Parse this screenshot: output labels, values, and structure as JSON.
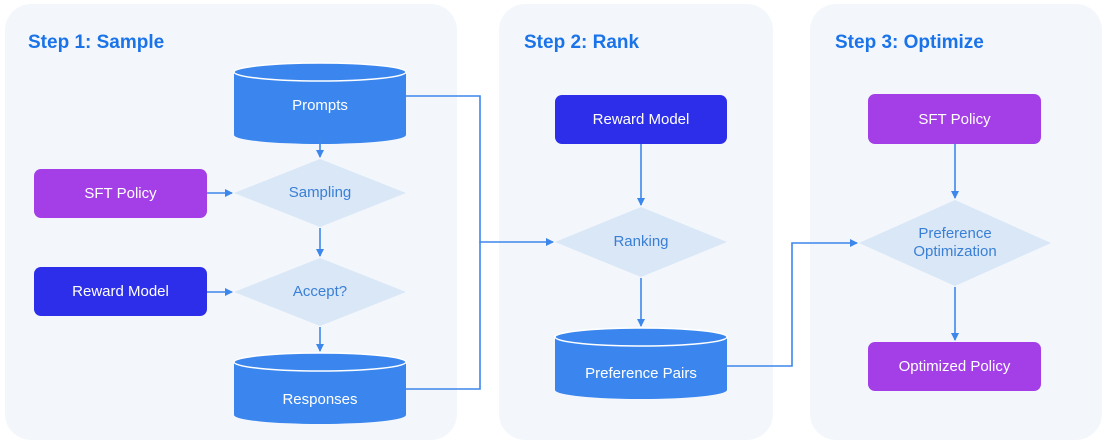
{
  "steps": [
    {
      "title": "Step 1: Sample"
    },
    {
      "title": "Step 2: Rank"
    },
    {
      "title": "Step 3: Optimize"
    }
  ],
  "step1": {
    "prompts": "Prompts",
    "sft_policy": "SFT Policy",
    "sampling": "Sampling",
    "reward_model": "Reward Model",
    "accept": "Accept?",
    "responses": "Responses"
  },
  "step2": {
    "reward_model": "Reward Model",
    "ranking": "Ranking",
    "preference_pairs": "Preference Pairs"
  },
  "step3": {
    "sft_policy": "SFT Policy",
    "preference_optimization": "Preference Optimization",
    "optimized_policy": "Optimized Policy"
  },
  "colors": {
    "accent_blue": "#1a73e8",
    "cylinder_blue": "#3a86ee",
    "purple": "#a43ee6",
    "navy": "#2d2eea",
    "diamond_fill": "#d9e7f6",
    "arrow": "#3d86ec",
    "panel_bg": "#f3f7fc"
  }
}
